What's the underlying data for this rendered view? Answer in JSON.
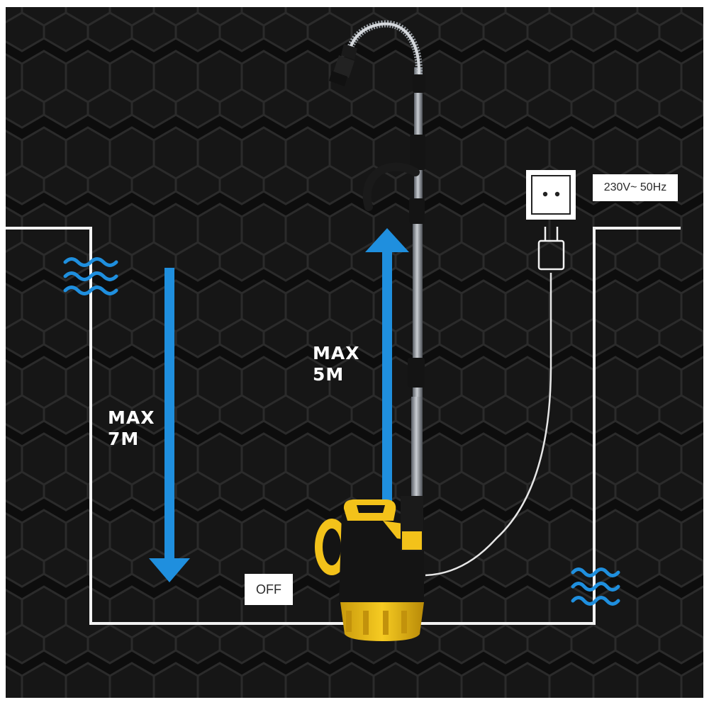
{
  "labels": {
    "depth_line1": "MAX",
    "depth_line2": "7M",
    "height_line1": "MAX",
    "height_line2": "5M",
    "power": "230V~ 50Hz",
    "switch_state": "OFF"
  },
  "colors": {
    "background": "#0d0d0d",
    "hex_pattern": "#2b2b2b",
    "arrow": "#1f8fde",
    "tank_outline": "#f2f2f2",
    "pump_yellow": "#f3c21a",
    "pump_body": "#121212"
  },
  "icons": [
    "water-waves-icon",
    "wall-socket-icon",
    "power-plug-icon",
    "arrow-down-icon",
    "arrow-up-icon"
  ]
}
